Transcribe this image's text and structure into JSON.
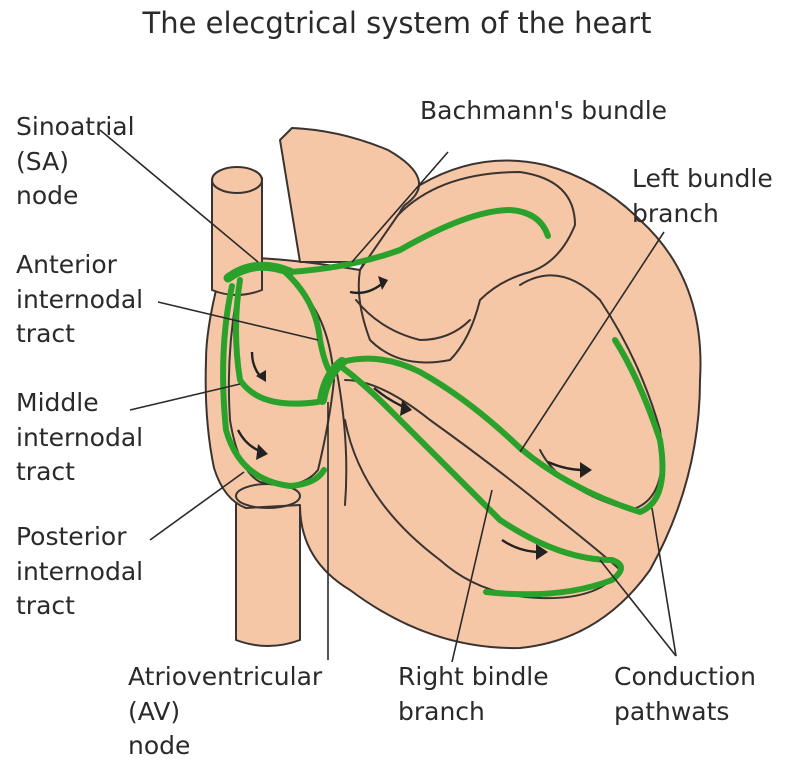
{
  "title": "The elecgtrical system of the heart",
  "labels": {
    "sa_node": [
      "Sinoatrial",
      "(SA)",
      "node"
    ],
    "bachmann": [
      "Bachmann's bundle"
    ],
    "left_bundle": [
      "Left bundle",
      "branch"
    ],
    "anterior": [
      "Anterior",
      "internodal",
      "tract"
    ],
    "middle": [
      "Middle",
      "internodal",
      "tract"
    ],
    "posterior": [
      "Posterior",
      "internodal",
      "tract"
    ],
    "av_node": [
      "Atrioventricular",
      "(AV)",
      "node"
    ],
    "right_bundle": [
      "Right bindle",
      "branch"
    ],
    "conduction": [
      "Conduction",
      "pathwats"
    ]
  },
  "colors": {
    "heart_tissue": "#f6c7a7",
    "conduction_pathway": "#2aa12a",
    "outline": "#3a3330"
  }
}
